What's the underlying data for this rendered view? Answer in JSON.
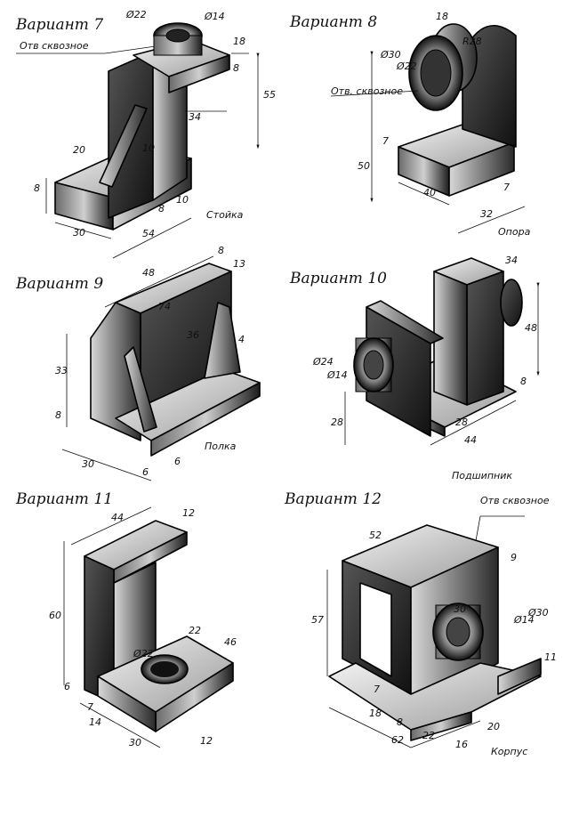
{
  "variants": [
    {
      "title": "Вариант 7",
      "part": "Стойка",
      "note": "Отв сквозное",
      "dims": {
        "d22": "Ø22",
        "d14": "Ø14",
        "d18": "18",
        "d8a": "8",
        "d55": "55",
        "d34": "34",
        "d10a": "10",
        "d20": "20",
        "d8b": "8",
        "d30": "30",
        "d8c": "8",
        "d10b": "10",
        "d54": "54"
      }
    },
    {
      "title": "Вариант 8",
      "part": "Опора",
      "note": "Отв. сквозное",
      "dims": {
        "d18": "18",
        "d30": "Ø30",
        "d22": "Ø22",
        "d28": "R28",
        "d7a": "7",
        "d50": "50",
        "d40": "40",
        "d7b": "7",
        "d32": "32"
      }
    },
    {
      "title": "Вариант 9",
      "part": "Полка",
      "dims": {
        "d48": "48",
        "d8": "8",
        "d13": "13",
        "d74": "74",
        "d36": "36",
        "d4": "4",
        "d33": "33",
        "d8b": "8",
        "d30": "30",
        "d6a": "6",
        "d6b": "6"
      }
    },
    {
      "title": "Вариант 10",
      "part": "Подшипник",
      "dims": {
        "d34": "34",
        "d48": "48",
        "d24": "Ø24",
        "d14": "Ø14",
        "d8": "8",
        "d28a": "28",
        "d28b": "28",
        "d44": "44"
      }
    },
    {
      "title": "Вариант 11",
      "dims": {
        "d44": "44",
        "d12a": "12",
        "d60": "60",
        "d22a": "22",
        "d46": "46",
        "d22b": "Ø22",
        "d6": "6",
        "d7": "7",
        "d14": "14",
        "d30": "30",
        "d12b": "12"
      }
    },
    {
      "title": "Вариант 12",
      "part": "Корпус",
      "note": "Отв сквозное",
      "dims": {
        "d52": "52",
        "d9": "9",
        "d57": "57",
        "d30a": "30",
        "d14": "Ø14",
        "d30b": "Ø30",
        "d11": "11",
        "d7": "7",
        "d18": "18",
        "d8": "8",
        "d20": "20",
        "d62": "62",
        "d22": "22",
        "d16": "16"
      }
    }
  ]
}
